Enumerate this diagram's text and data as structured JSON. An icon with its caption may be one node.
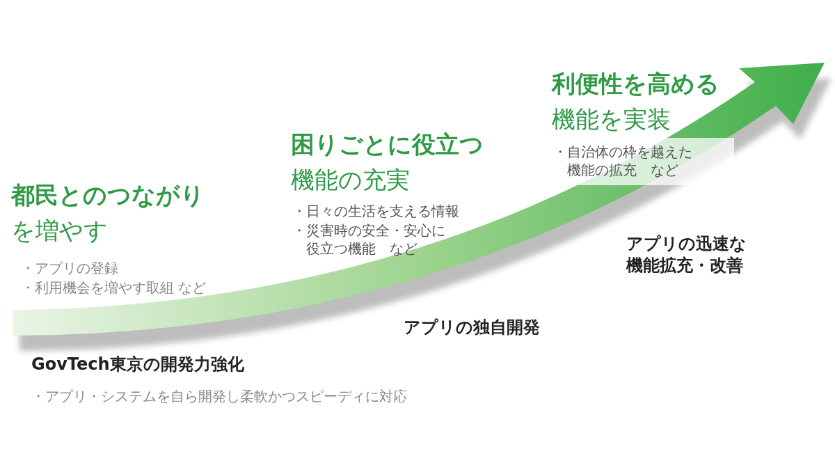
{
  "diagram": {
    "labels": [
      "**都民とのつながり**を増やす",
      "・アプリの登録",
      "・利用機会を増やす取組 など",
      "**困りごとに役立つ**機能の充実",
      "・日々の生活を支える情報",
      "・災害時の安全・安心に役立つ機能　など",
      "**利便性を高める**機能を実装",
      "・自治体の枠を越えた機能の拡充　など",
      "アプリの迅速な機能拡充・改善",
      "アプリの独自開発",
      "GovTech東京の開発力強化",
      "・アプリ・システムを自ら開発し柔軟かつスピーディに対応"
    ]
  }
}
